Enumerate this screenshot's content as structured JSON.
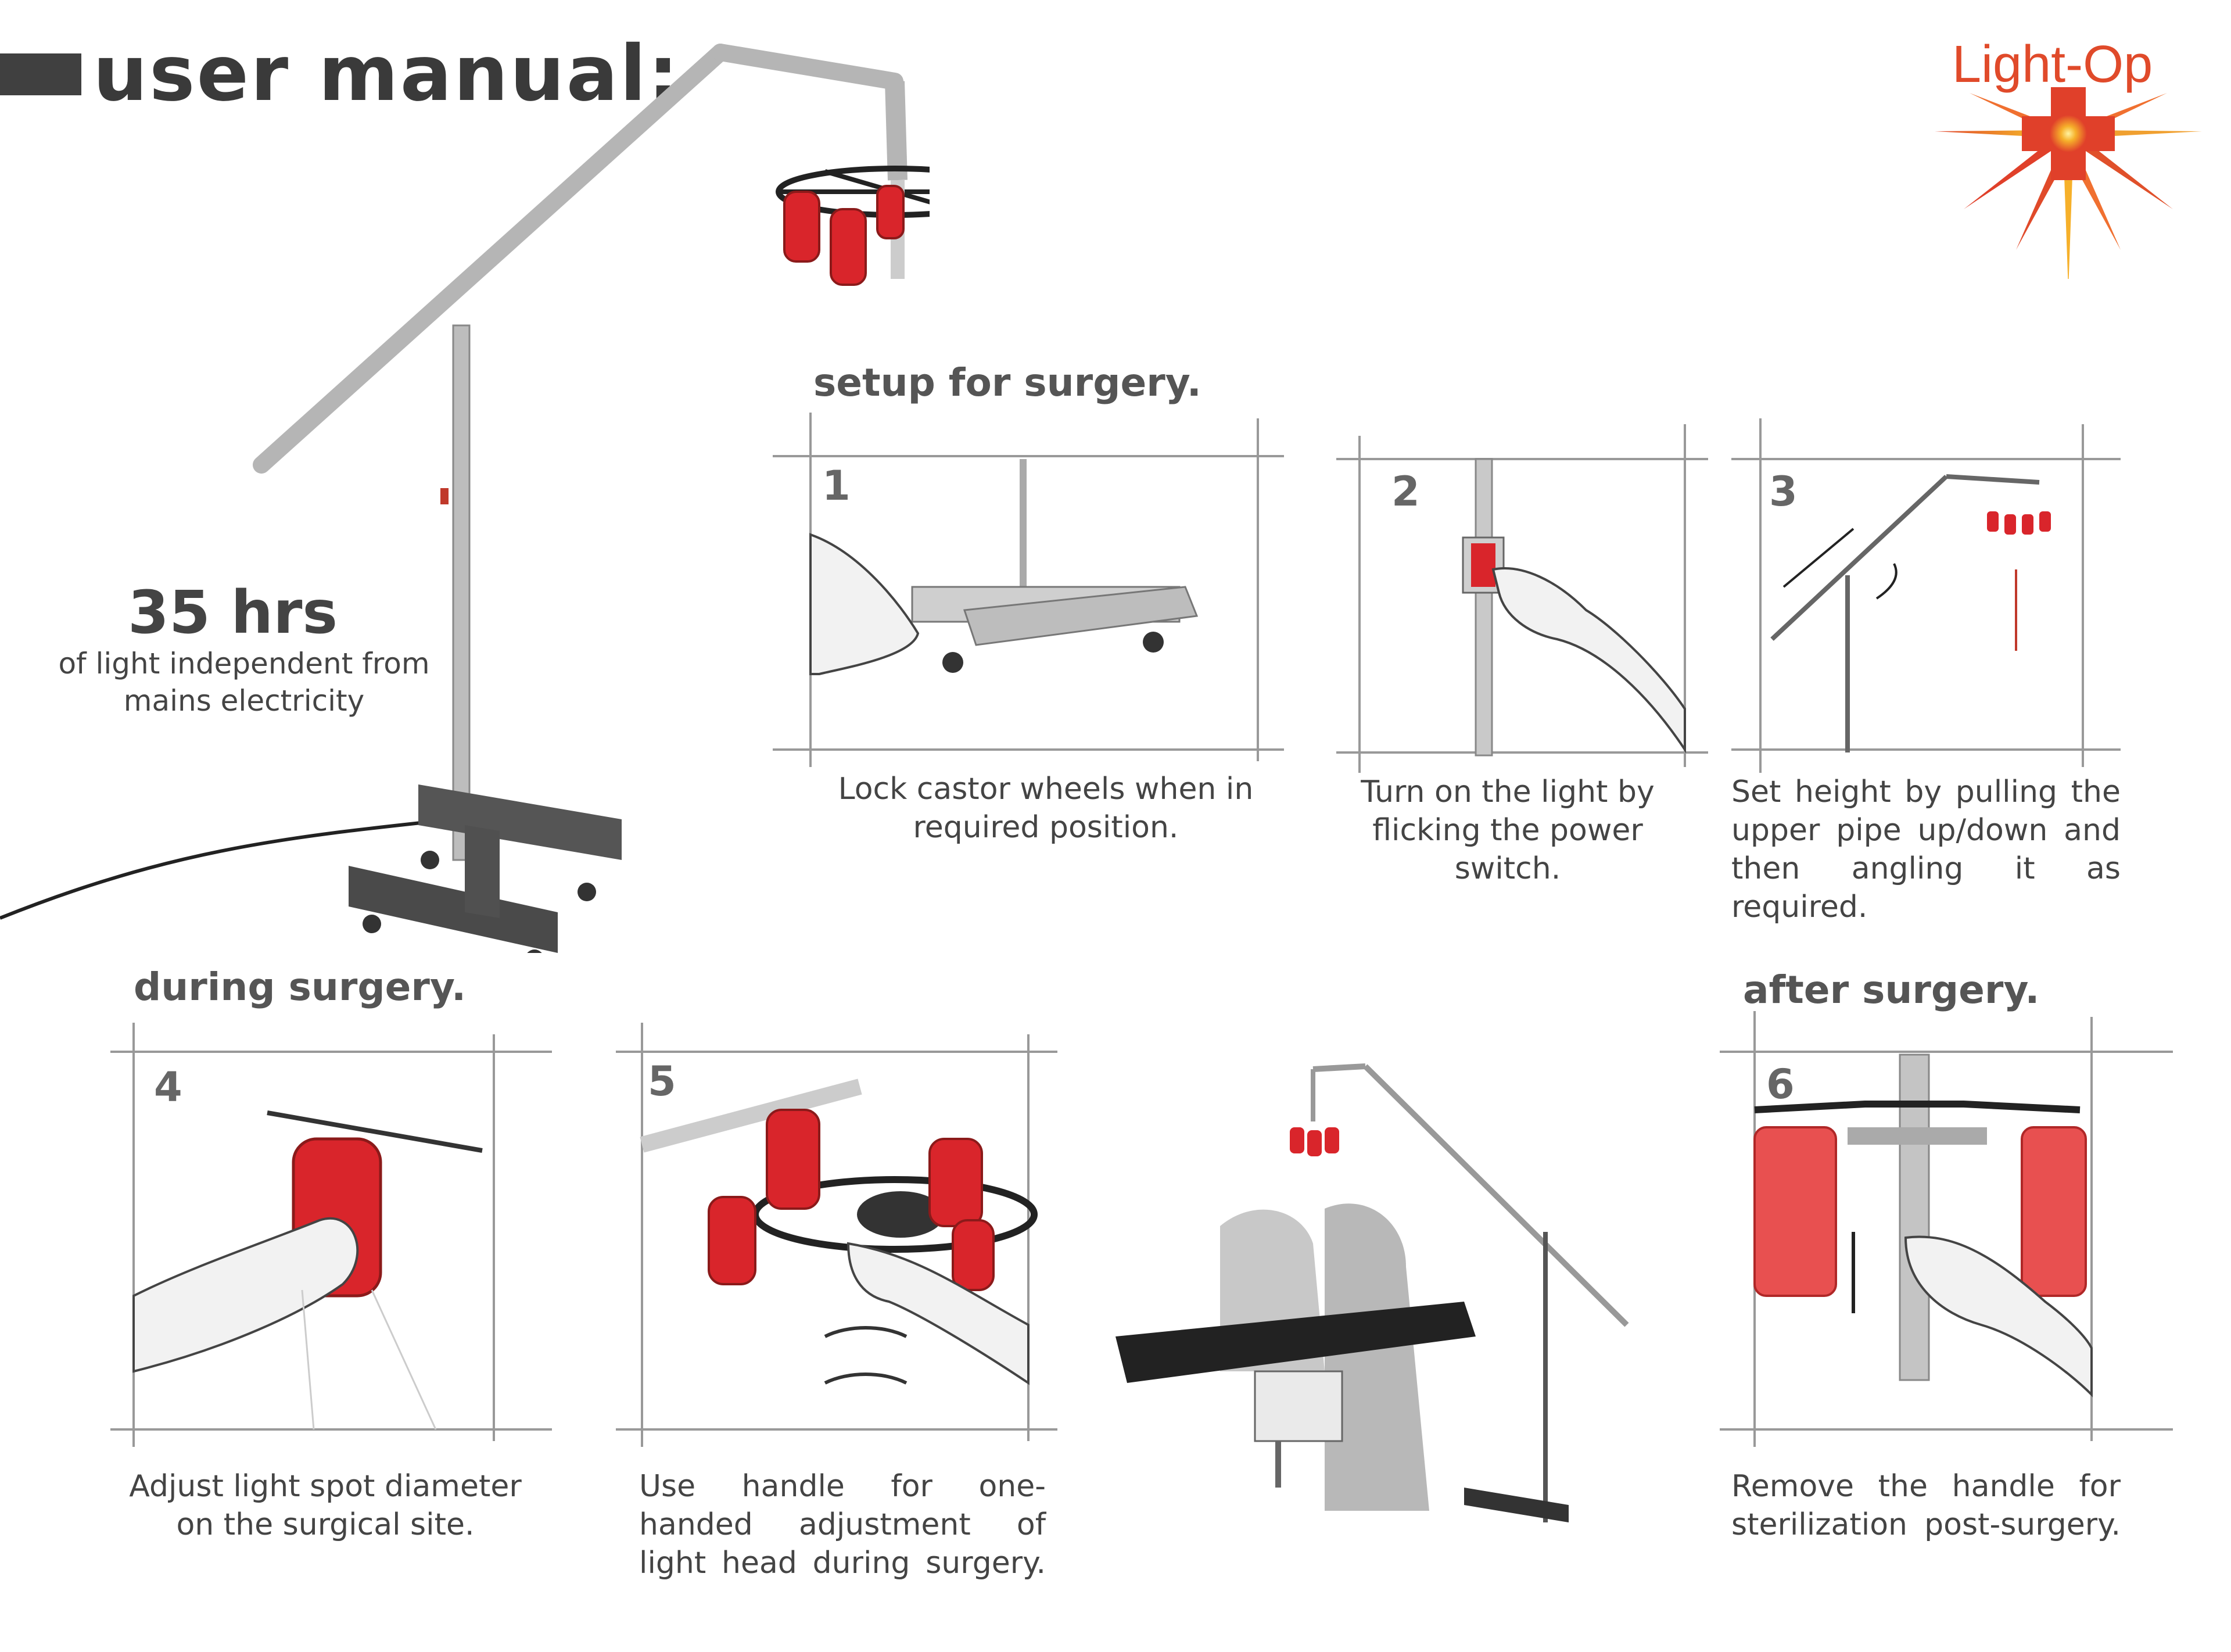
{
  "header": {
    "title": "user manual:"
  },
  "brand": {
    "name": "Light-Op",
    "color_l": "#e04a2a",
    "color_op": "#f0a030"
  },
  "stat": {
    "value": "35 hrs",
    "description": "of light independent from mains electricity"
  },
  "sections": {
    "setup": "setup for surgery.",
    "during": "during surgery.",
    "after": "after surgery."
  },
  "steps": [
    {
      "number": "1",
      "caption": "Lock castor wheels when in required position."
    },
    {
      "number": "2",
      "caption": "Turn on the light by flicking the power switch."
    },
    {
      "number": "3",
      "caption": "Set height by pulling the upper pipe up/down and then angling it as required."
    },
    {
      "number": "4",
      "caption": "Adjust light spot diameter on the surgical site."
    },
    {
      "number": "5",
      "caption": "Use handle for one-handed adjustment of light head during surgery."
    },
    {
      "number": "6",
      "caption": "Remove the handle for sterilization post-surgery."
    }
  ],
  "colors": {
    "can_red": "#d9252b",
    "frame": "#333333",
    "pipe": "#b8b8b8",
    "base": "#555555"
  }
}
